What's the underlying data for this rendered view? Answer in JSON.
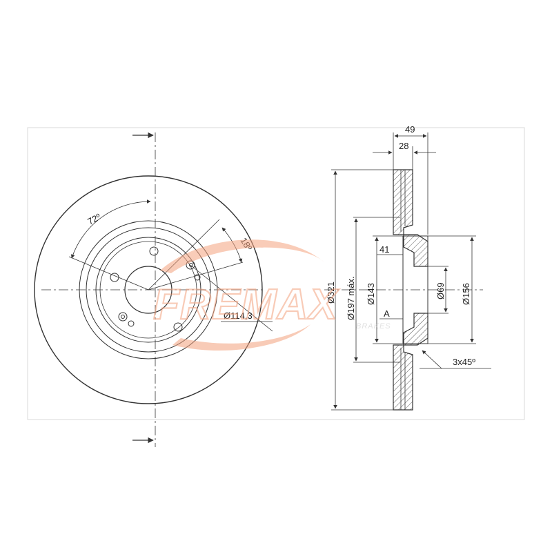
{
  "dimensions": {
    "angle_bolt": "72º",
    "angle_offset": "18º",
    "pcd": "Ø114,3",
    "outer_diameter": "Ø321",
    "hub_diameter": "Ø197 máx.",
    "hat_diameter": "Ø143",
    "center_bore": "Ø69",
    "hub_outer": "Ø156",
    "total_height": "49",
    "thickness": "28",
    "hat_depth": "41",
    "datum": "A",
    "chamfer": "3x45º"
  },
  "watermark": {
    "brand": "FREMAX",
    "subtitle": "BRAKES"
  },
  "colors": {
    "line": "#333333",
    "watermark": "#f4a27e",
    "frame": "#d9d9d9"
  }
}
